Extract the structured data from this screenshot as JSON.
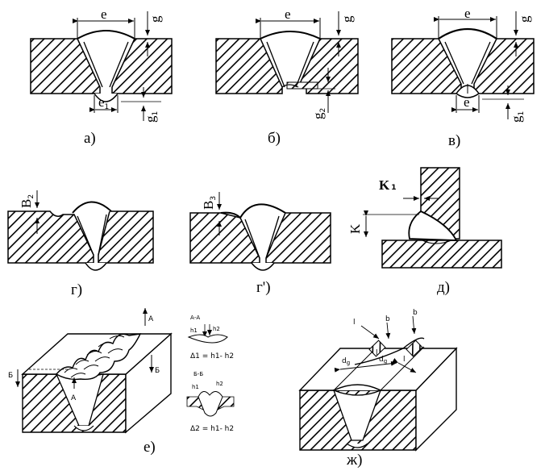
{
  "colors": {
    "ink": "#000000",
    "paper": "#ffffff"
  },
  "panels": {
    "a": {
      "caption": "а)",
      "dim_e": "e",
      "dim_g": "g",
      "dim_e1": "e",
      "dim_e1_sub": "1",
      "dim_g1": "g",
      "dim_g1_sub": "1"
    },
    "b": {
      "caption": "б)",
      "dim_e": "e",
      "dim_g": "g",
      "dim_g2": "g",
      "dim_g2_sub": "2"
    },
    "v": {
      "caption": "в)",
      "dim_e": "e",
      "dim_g": "g",
      "dim_e1": "e",
      "dim_g1": "g",
      "dim_g1_sub": "1"
    },
    "g": {
      "caption": "г)",
      "dim_b2": "В",
      "dim_b2_sub": "2"
    },
    "g2": {
      "caption": "г')",
      "dim_b3": "В",
      "dim_b3_sub": "3"
    },
    "d": {
      "caption": "д)",
      "dim_k1": "K",
      "dim_k1_sub": "1",
      "dim_k": "K"
    },
    "e": {
      "caption": "е)",
      "label_a_top": "A",
      "label_a_bottom": "A",
      "label_b_left": "Б",
      "label_b_right": "Б",
      "section_aa_title": "А-А",
      "section_aa_h1": "h1",
      "section_aa_h2": "h2",
      "section_aa_formula": "Δ1 = h1- h2",
      "section_bb_title": "Б-Б",
      "section_bb_h1": "h1",
      "section_bb_h2": "h2",
      "section_bb_formula": "Δ2 = h1- h2"
    },
    "zh": {
      "caption": "ж)",
      "dim_l1": "l",
      "dim_l2": "l",
      "dim_l3": "l",
      "dim_b1": "b",
      "dim_b2": "b",
      "dim_d1": "d",
      "dim_d2": "d",
      "sub_g": "g"
    }
  }
}
